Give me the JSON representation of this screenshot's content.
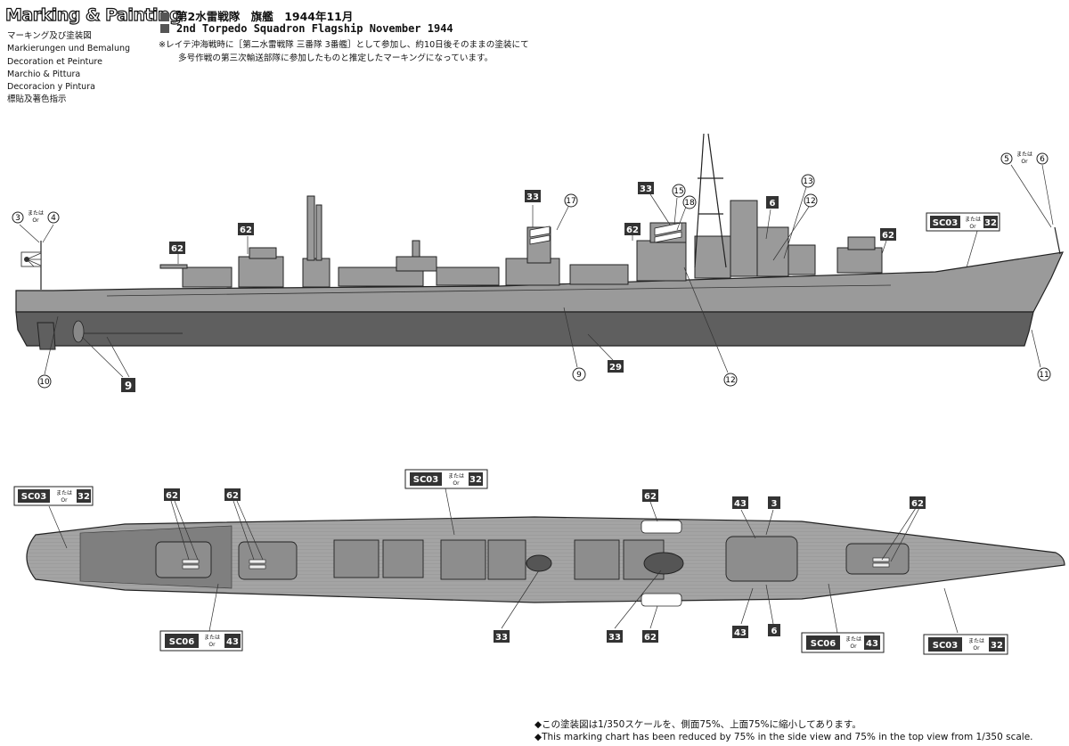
{
  "header": {
    "title": "Marking & Painting",
    "languages": [
      "マーキング及び塗装図",
      "Markierungen und Bemalung",
      "Decoration et Peinture",
      "Marchio & Pittura",
      "Decoracion y Pintura",
      "標貼及著色指示"
    ]
  },
  "titles": {
    "line1": "第2水雷戦隊　旗艦　1944年11月",
    "line2": "2nd Torpedo Squadron Flagship November 1944"
  },
  "note": {
    "line1": "※レイテ沖海戦時に［第二水雷戦隊 三番隊 3番艦］として参加し、約10日後そのままの塗装にて",
    "line2": "多号作戦の第三次輸送部隊に参加したものと推定したマーキングになっています。"
  },
  "footer": {
    "jp": "◆この塗装図は1/350スケールを、側面75%、上面75%に縮小してあります。",
    "en": "◆This marking chart has been reduced by 75% in the side view and 75% in the top view from 1/350 scale."
  },
  "or_text": {
    "jp": "または",
    "en": "Or"
  },
  "side_labels": {
    "c3": "3",
    "c4": "4",
    "c5": "5",
    "c6": "6",
    "c9": "9",
    "c10": "10",
    "c11": "11",
    "c12a": "12",
    "c12b": "12",
    "c13": "13",
    "c15": "15",
    "c17": "17",
    "c18": "18",
    "b62a": "62",
    "b62b": "62",
    "b62c": "62",
    "b62d": "62",
    "b33a": "33",
    "b33b": "33",
    "b6": "6",
    "b9": "9",
    "b29": "29",
    "sc03": "SC03",
    "b32": "32"
  },
  "top_labels": {
    "sc03a": "SC03",
    "n32a": "32",
    "sc03b": "SC03",
    "n32b": "32",
    "sc03c": "SC03",
    "n32c": "32",
    "sc06a": "SC06",
    "n43a": "43",
    "sc06b": "SC06",
    "n43b": "43",
    "b62a": "62",
    "b62b": "62",
    "b62c": "62",
    "b62d": "62",
    "b62e": "62",
    "b43a": "43",
    "b43b": "43",
    "b3": "3",
    "b6": "6",
    "b33a": "33",
    "b33b": "33"
  }
}
